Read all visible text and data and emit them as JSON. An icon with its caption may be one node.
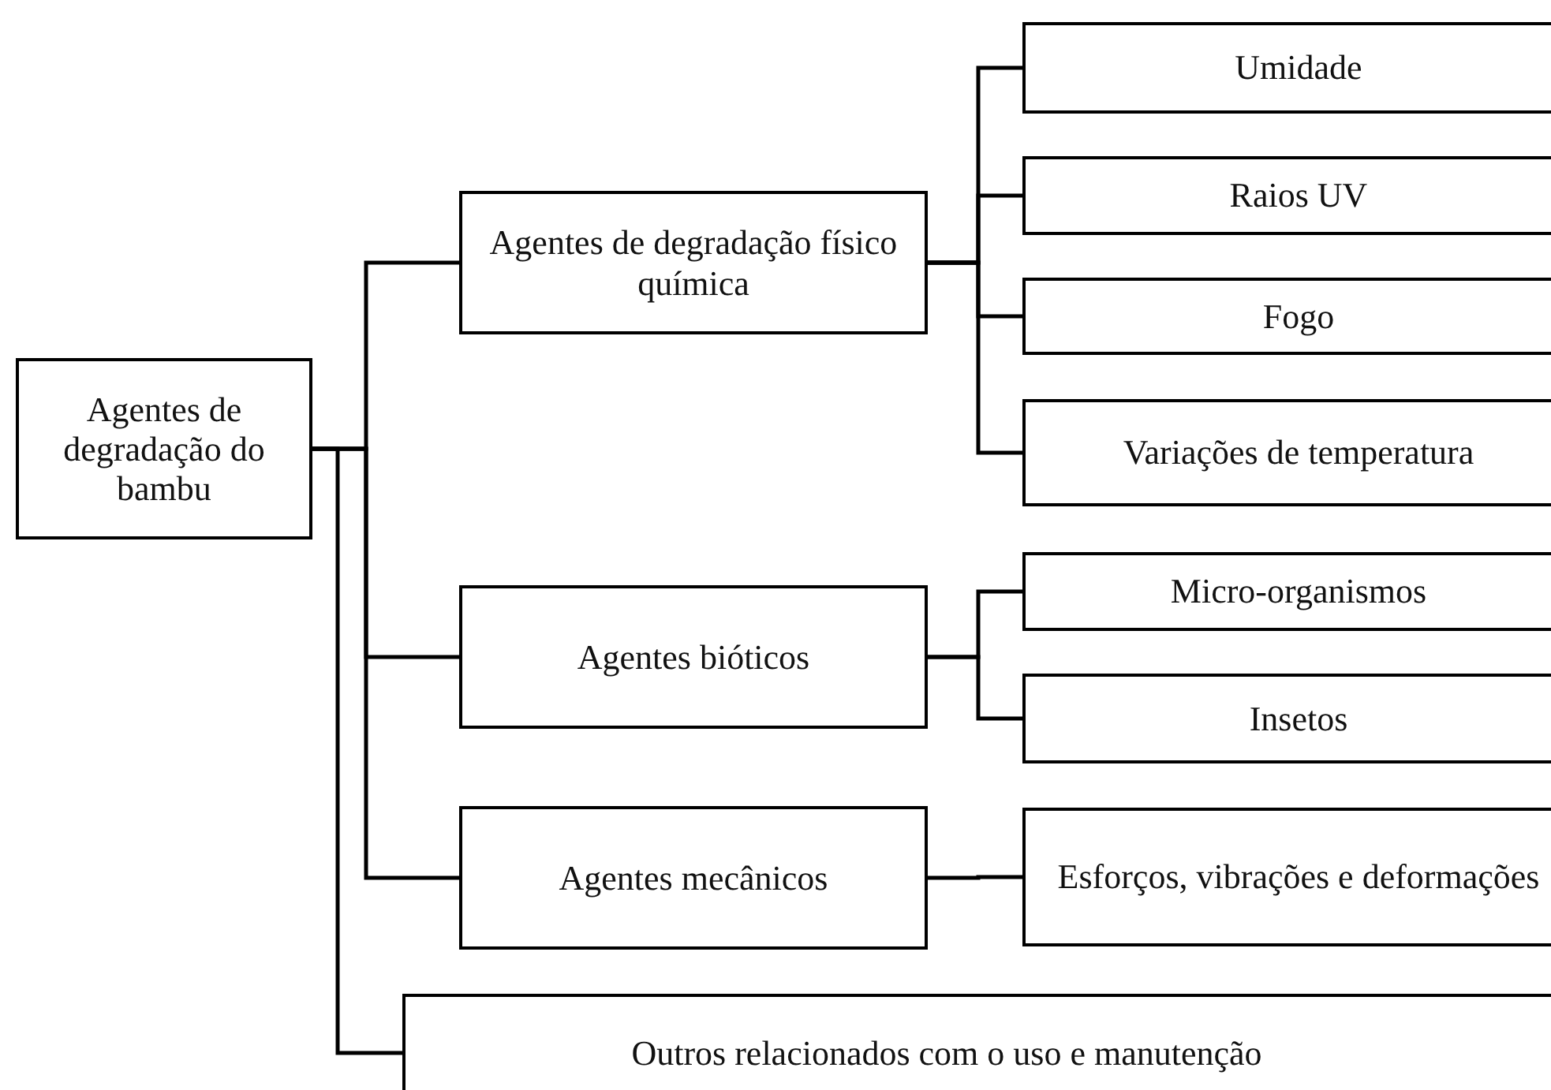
{
  "diagram": {
    "nodes": [
      {
        "text": [
          "Agentes de degradação do bambu"
        ]
      },
      {
        "text": [
          "Agentes de degradação físico química"
        ]
      },
      {
        "text": [
          "Agentes bióticos"
        ]
      },
      {
        "text": [
          "Agentes mecânicos"
        ]
      },
      {
        "text": [
          "Outros relacionados com o uso e manutenção"
        ]
      },
      {
        "text": [
          "Umidade"
        ]
      },
      {
        "text": [
          "Raios UV"
        ]
      },
      {
        "text": [
          "Fogo"
        ]
      },
      {
        "text": [
          "Variações de temperatura"
        ]
      },
      {
        "text": [
          "Micro-organismos"
        ]
      },
      {
        "text": [
          "Insetos"
        ]
      },
      {
        "text": [
          "Esforços, vibrações e deformações"
        ]
      }
    ],
    "edges": [
      {
        "from": 0,
        "to": 1,
        "arrow": "none"
      },
      {
        "from": 0,
        "to": 2,
        "arrow": "none"
      },
      {
        "from": 0,
        "to": 3,
        "arrow": "none"
      },
      {
        "from": 0,
        "to": 4,
        "arrow": "none"
      },
      {
        "from": 1,
        "to": 5,
        "arrow": "none"
      },
      {
        "from": 1,
        "to": 6,
        "arrow": "none"
      },
      {
        "from": 1,
        "to": 7,
        "arrow": "none"
      },
      {
        "from": 1,
        "to": 8,
        "arrow": "none"
      },
      {
        "from": 2,
        "to": 9,
        "arrow": "none"
      },
      {
        "from": 2,
        "to": 10,
        "arrow": "none"
      },
      {
        "from": 3,
        "to": 11,
        "arrow": "none"
      }
    ]
  }
}
